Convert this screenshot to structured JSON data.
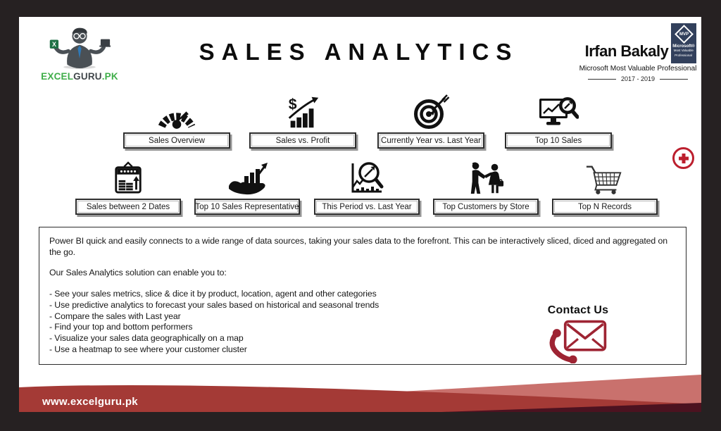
{
  "header": {
    "logo": {
      "brand_green": "EXCEL",
      "brand_dark": "GURU",
      "brand_tld": ".PK"
    },
    "title": "SALES ANALYTICS",
    "author": {
      "name": "Irfan Bakaly",
      "subtitle": "Microsoft Most Valuable Professional",
      "years": "2017 - 2019",
      "badge": {
        "label": "MVP",
        "line1": "Microsoft®",
        "line2": "Most Valuable",
        "line3": "Professional"
      }
    }
  },
  "menu": {
    "row1": [
      {
        "label": "Sales Overview",
        "icon": "gauge-icon"
      },
      {
        "label": "Sales vs. Profit",
        "icon": "dollar-growth-icon"
      },
      {
        "label": "Currently Year vs. Last Year",
        "icon": "target-arrow-icon"
      },
      {
        "label": "Top 10 Sales",
        "icon": "monitor-search-icon"
      }
    ],
    "row2": [
      {
        "label": "Sales between 2 Dates",
        "icon": "calendar-coins-icon"
      },
      {
        "label": "Top 10 Sales Representative",
        "icon": "hand-chart-icon"
      },
      {
        "label": "This Period vs. Last Year",
        "icon": "chart-magnifier-icon"
      },
      {
        "label": "Top Customers by Store",
        "icon": "handshake-icon"
      },
      {
        "label": "Top N Records",
        "icon": "cart-icon"
      }
    ]
  },
  "description": {
    "paragraph1": "Power BI quick and easily connects to a wide range of data sources, taking your sales data to the forefront. This can be interactively sliced, diced and aggregated on the go.",
    "paragraph2": "Our Sales Analytics solution can enable you to:",
    "bullets": [
      "- See your sales metrics, slice & dice it by product, location, agent and other categories",
      "- Use predictive analytics to forecast your sales based on historical and seasonal trends",
      "- Compare the sales with Last year",
      "- Find your top and bottom performers",
      "- Visualize your sales data geographically on a map",
      "- Use a heatmap to see where your customer cluster"
    ]
  },
  "contact": {
    "label": "Contact Us"
  },
  "footer": {
    "url": "www.excelguru.pk"
  },
  "colors": {
    "frame_dark": "#262122",
    "accent_red": "#bc1f2e",
    "contact_red": "#9e2433",
    "ribbon_main": "#a43a36",
    "ribbon_light": "#c9716d",
    "ribbon_maroon": "#4c1220",
    "brand_green": "#3fae49",
    "badge_navy": "#32405c",
    "excel_green": "#1e7145"
  }
}
